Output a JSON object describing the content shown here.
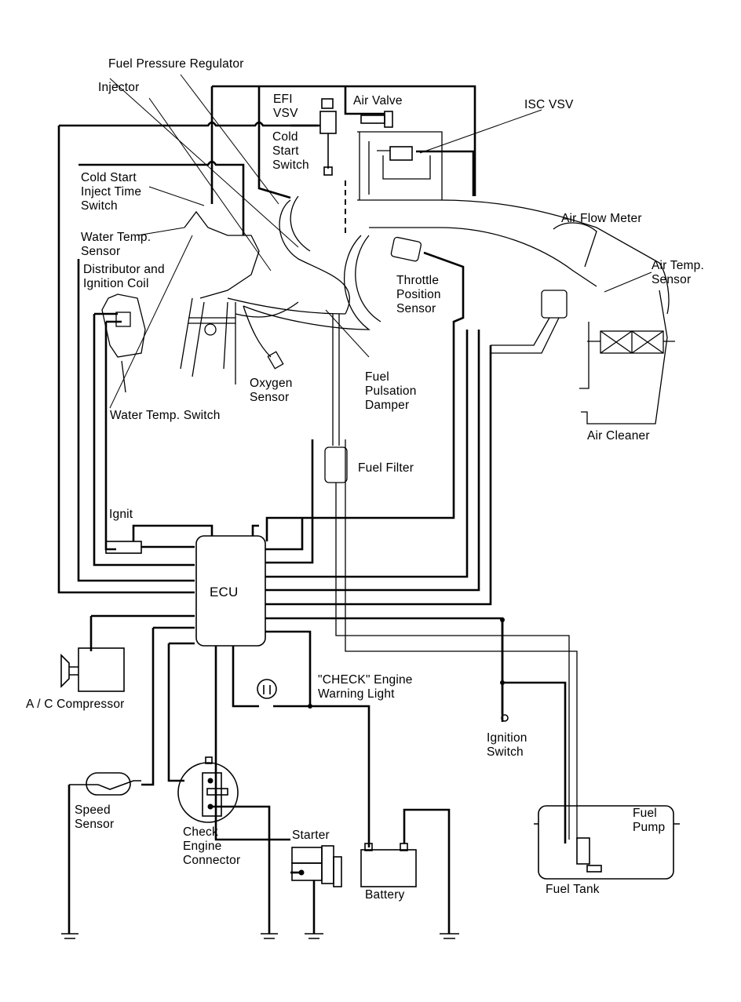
{
  "diagram": {
    "type": "EFI system wiring and component diagram",
    "colors": {
      "ink": "#000000",
      "background": "#ffffff"
    },
    "labels": {
      "fuel_pressure_regulator": "Fuel Pressure Regulator",
      "injector": "Injector",
      "efi_vsv": "EFI\nVSV",
      "air_valve": "Air Valve",
      "isc_vsv": "ISC VSV",
      "cold_start_switch": "Cold\nStart\nSwitch",
      "cold_start_inject_time_switch": "Cold Start\nInject Time\nSwitch",
      "water_temp_sensor": "Water Temp.\nSensor",
      "distributor_ignition_coil": "Distributor and\nIgnition Coil",
      "air_flow_meter": "Air Flow Meter",
      "air_temp_sensor": "Air Temp.\nSensor",
      "throttle_position_sensor": "Throttle\nPosition\nSensor",
      "fuel_pulsation_damper": "Fuel\nPulsation\nDamper",
      "oxygen_sensor": "Oxygen\nSensor",
      "water_temp_switch": "Water Temp. Switch",
      "air_cleaner": "Air Cleaner",
      "fuel_filter": "Fuel Filter",
      "ignit": "Ignit",
      "ecu": "ECU",
      "ac_compressor": "A / C Compressor",
      "check_engine_warning_light": "\"CHECK\" Engine\nWarning Light",
      "ignition_switch": "Ignition\nSwitch",
      "speed_sensor": "Speed\nSensor",
      "check_engine_connector": "Check\nEngine\nConnector",
      "starter": "Starter",
      "battery": "Battery",
      "fuel_pump": "Fuel\nPump",
      "fuel_tank": "Fuel Tank"
    }
  }
}
